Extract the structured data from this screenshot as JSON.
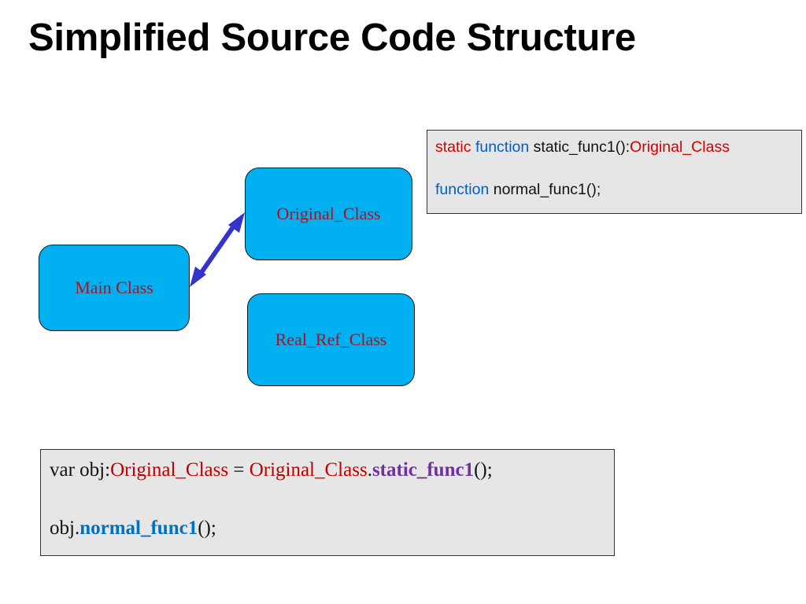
{
  "slide": {
    "title": "Simplified Source Code Structure"
  },
  "nodes": {
    "original": "Original_Class",
    "main": "Main Class",
    "realref": "Real_Ref_Class"
  },
  "edge": {
    "from": "Main Class",
    "to": "Original_Class",
    "style": "bidirectional",
    "color": "#3333cc"
  },
  "signature_box": {
    "line1": {
      "static": "static",
      "function": "function",
      "name": "static_func1():",
      "return_type": "Original_Class"
    },
    "line2": {
      "function": "function",
      "name": "normal_func1();"
    }
  },
  "usage_box": {
    "line1": {
      "prefix": "var obj:",
      "type": "Original_Class",
      "eq": " = ",
      "cls": "Original_Class",
      "dot": ".",
      "method": "static_func1",
      "suffix": "();"
    },
    "line2": {
      "prefix": "obj.",
      "method": "normal_func1",
      "suffix": "();"
    }
  },
  "colors": {
    "node_fill": "#00b0f0",
    "node_text": "#b01020",
    "code_bg": "#e6e6e6",
    "keyword_red": "#d40000",
    "keyword_blue": "#0060c0",
    "method_purple": "#7030a0",
    "method_blue": "#0070c0"
  }
}
